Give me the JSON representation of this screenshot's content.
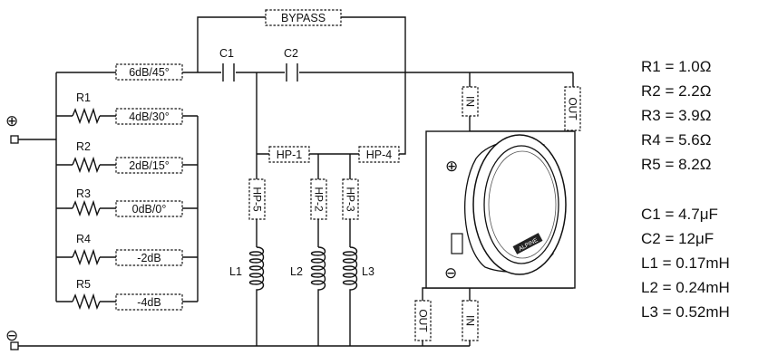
{
  "switch": {
    "bypass": "BYPASS",
    "pos_6db": "6dB/45°",
    "pos_4db": "4dB/30°",
    "pos_2db": "2dB/15°",
    "pos_0db": "0dB/0°",
    "pos_m2db": "-2dB",
    "pos_m4db": "-4dB"
  },
  "components": {
    "r1": "R1",
    "r2": "R2",
    "r3": "R3",
    "r4": "R4",
    "r5": "R5",
    "c1": "C1",
    "c2": "C2",
    "l1": "L1",
    "l2": "L2",
    "l3": "L3"
  },
  "taps": {
    "hp1": "HP-1",
    "hp2": "HP-2",
    "hp3": "HP-3",
    "hp4": "HP-4",
    "hp5": "HP-5"
  },
  "ports": {
    "in": "IN",
    "out": "OUT"
  },
  "terminals": {
    "plus": "⊕",
    "minus": "⊖"
  },
  "speaker": {
    "brand": "ALPINE"
  },
  "values": [
    "R1 = 1.0Ω",
    "R2 = 2.2Ω",
    "R3 = 3.9Ω",
    "R4 = 5.6Ω",
    "R5 = 8.2Ω",
    "C1 = 4.7μF",
    "C2 = 12μF",
    "L1 = 0.17mH",
    "L2 = 0.24mH",
    "L3 = 0.52mH"
  ]
}
